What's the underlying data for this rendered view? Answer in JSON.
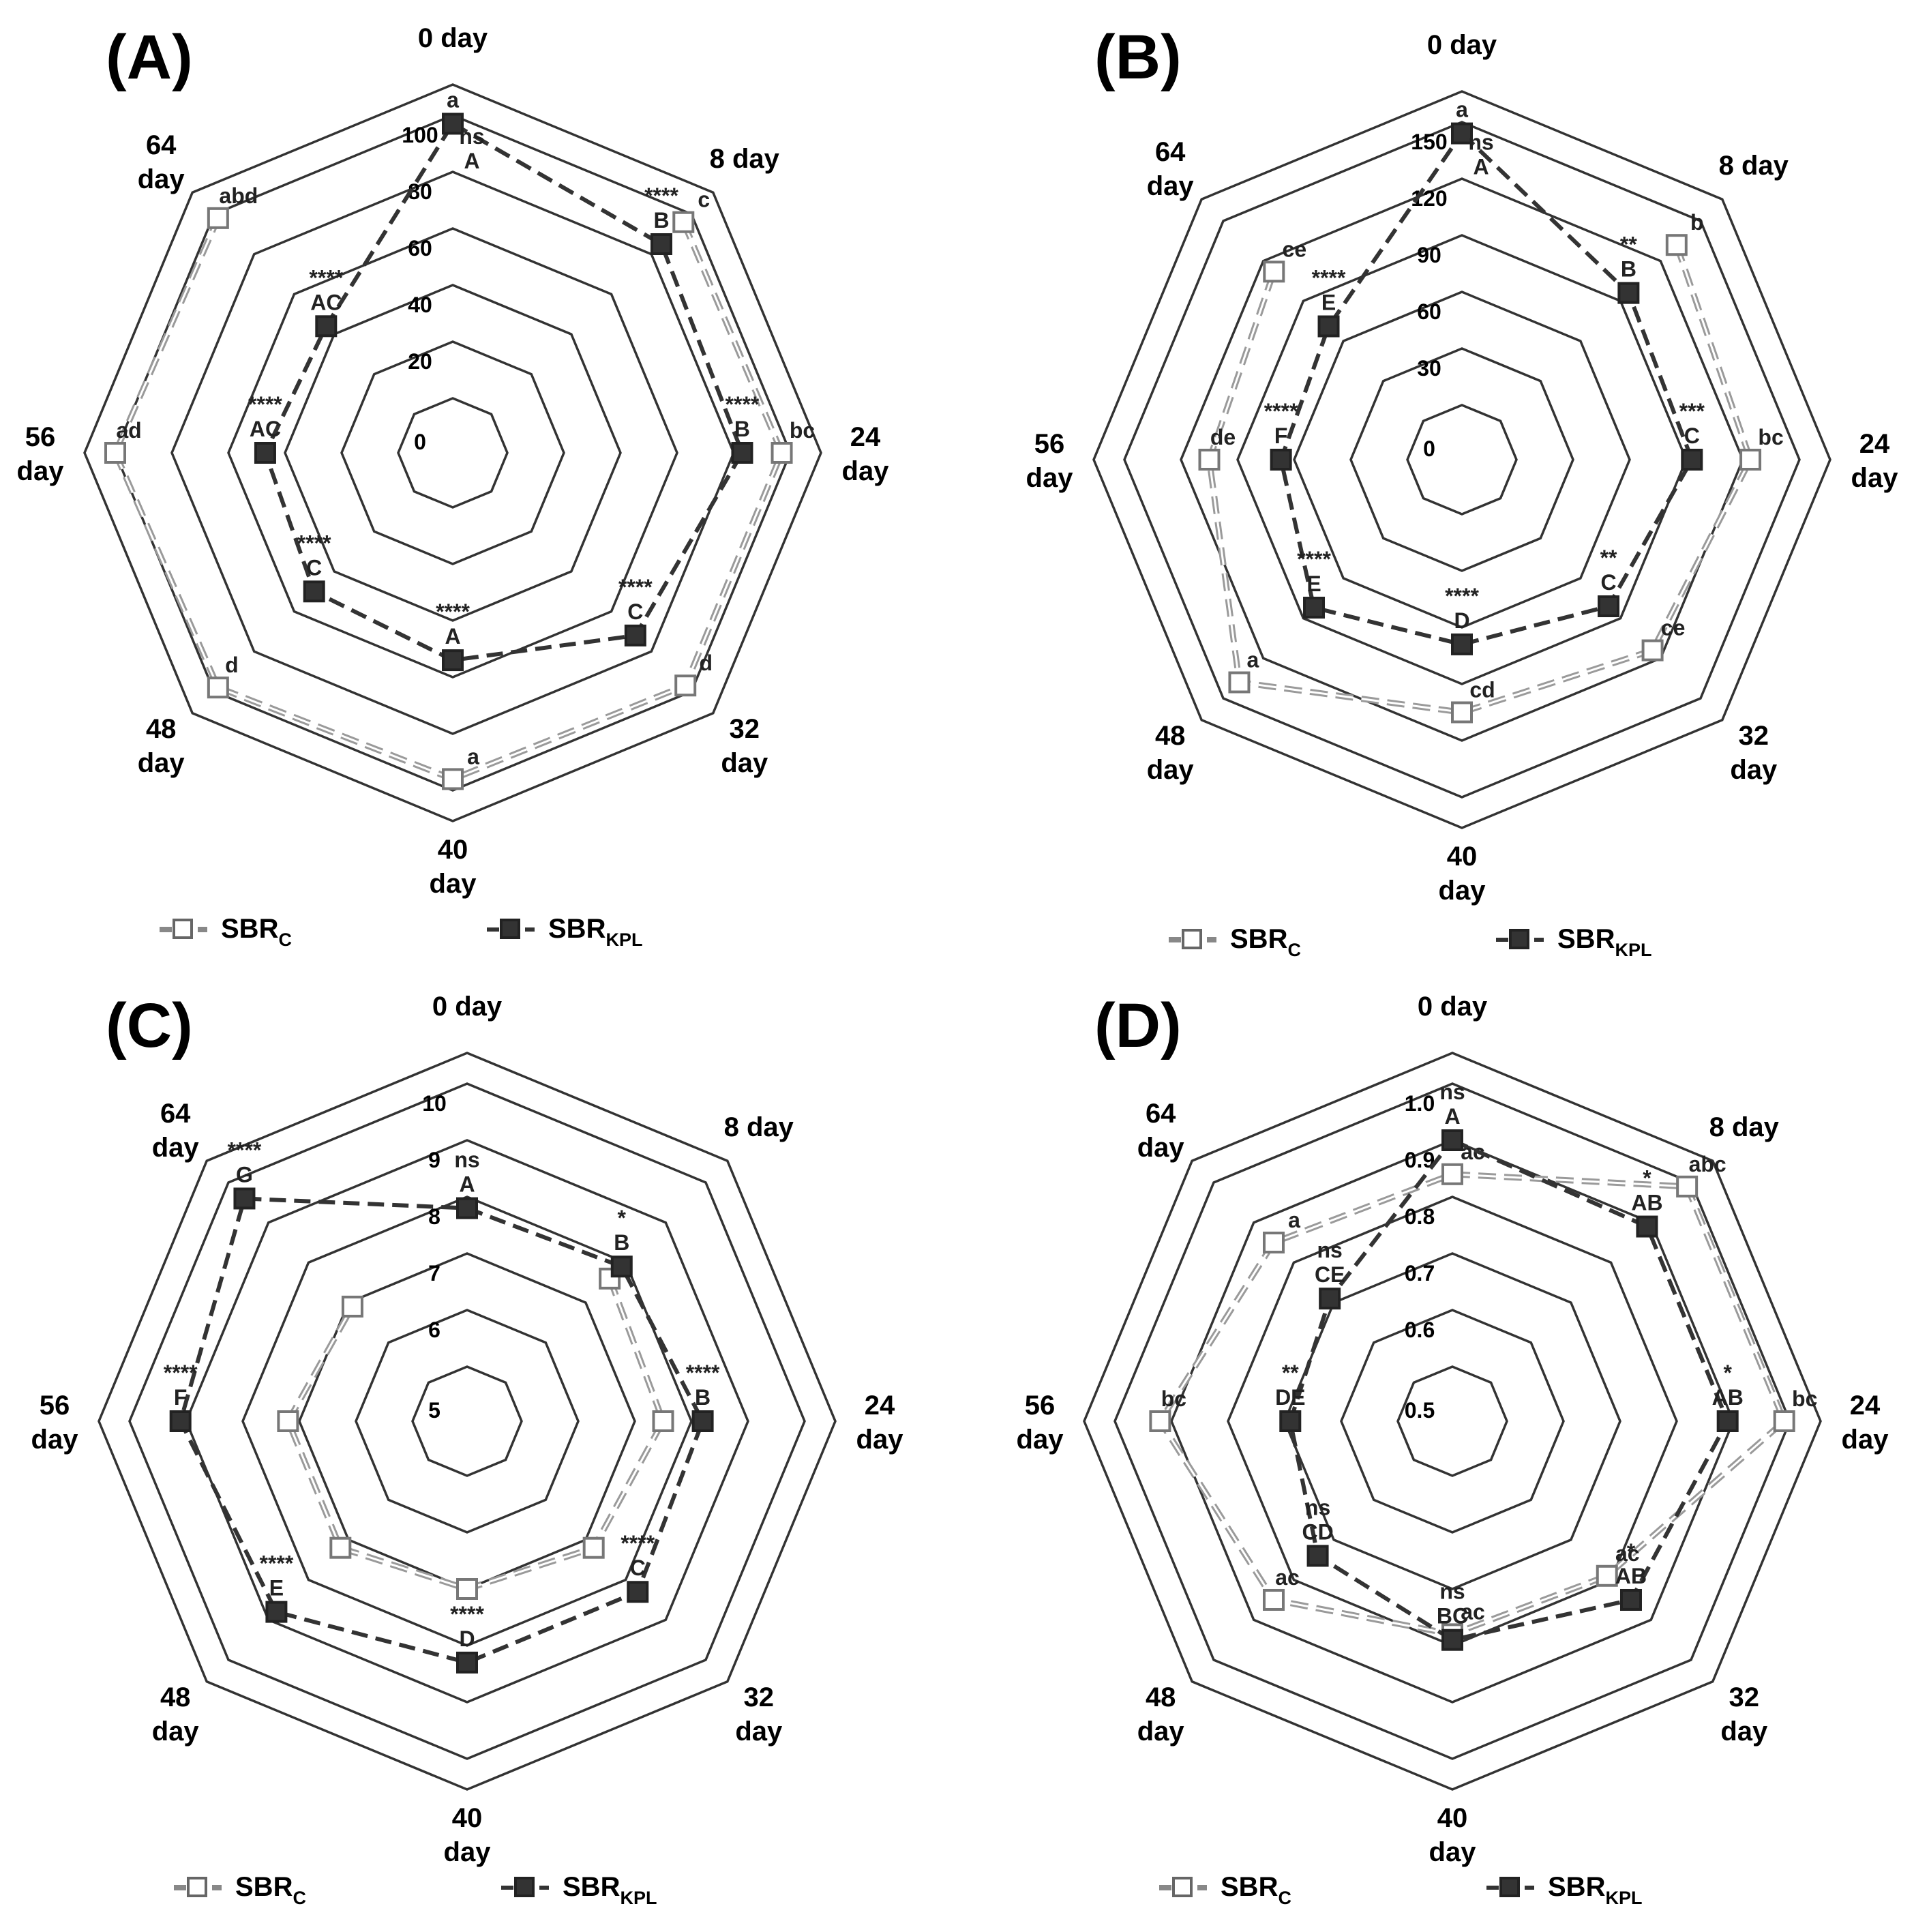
{
  "chart_data": [
    {
      "panel": "(A)",
      "type": "radar",
      "axes": [
        "0 day",
        "8 day",
        "24 day",
        "32 day",
        "40 day",
        "48 day",
        "56 day",
        "64 day"
      ],
      "rlim": [
        0,
        100
      ],
      "ticks": [
        "0",
        "20",
        "40",
        "60",
        "80",
        "100"
      ],
      "series": [
        {
          "name": "SBR",
          "subscript": "C",
          "marker": "open-square",
          "line": "double-dash",
          "values": [
            null,
            96,
            97,
            97,
            96,
            98,
            100,
            98
          ],
          "labels": [
            "",
            "c",
            "bc",
            "d",
            "a",
            "d",
            "ad",
            "abd"
          ]
        },
        {
          "name": "SBR",
          "subscript": "KPL",
          "marker": "filled-square",
          "line": "dash",
          "values": [
            97,
            85,
            83,
            72,
            54,
            50,
            47,
            44
          ],
          "labels": [
            "a",
            "****\nB",
            "****\nB",
            "****\nC",
            "****\nA",
            "****\nC",
            "****\nAC",
            "****\nAC"
          ]
        }
      ],
      "center_annotation": {
        "axis": 0,
        "value": 87,
        "text": "ns\nA"
      }
    },
    {
      "panel": "(B)",
      "type": "radar",
      "axes": [
        "0 day",
        "8 day",
        "24 day",
        "32 day",
        "40 day",
        "48 day",
        "56 day",
        "64 day"
      ],
      "rlim": [
        0,
        150
      ],
      "ticks": [
        "0",
        "30",
        "60",
        "90",
        "120",
        "150"
      ],
      "series": [
        {
          "name": "SBR",
          "subscript": "C",
          "marker": "open-square",
          "line": "double-dash",
          "values": [
            null,
            132,
            124,
            114,
            105,
            138,
            105,
            112
          ],
          "labels": [
            "",
            "b",
            "bc",
            "ce",
            "cd",
            "a",
            "de",
            "ce"
          ]
        },
        {
          "name": "SBR",
          "subscript": "KPL",
          "marker": "filled-square",
          "line": "dash",
          "values": [
            144,
            96,
            93,
            81,
            69,
            82,
            67,
            71
          ],
          "labels": [
            "a",
            "**\nB",
            "***\nC",
            "**\nC",
            "****\nD",
            "****\nE",
            "****\nF",
            "****\nE"
          ]
        }
      ],
      "center_annotation": {
        "axis": 0,
        "value": 131,
        "text": "ns\nA"
      }
    },
    {
      "panel": "(C)",
      "type": "radar",
      "axes": [
        "0 day",
        "8 day",
        "24 day",
        "32 day",
        "40 day",
        "48 day",
        "56 day",
        "64 day"
      ],
      "rlim": [
        5,
        10
      ],
      "ticks": [
        "5",
        "6",
        "7",
        "8",
        "9",
        "10"
      ],
      "series": [
        {
          "name": "SBR",
          "subscript": "C",
          "marker": "open-square",
          "line": "double-dash",
          "values": [
            null,
            7.6,
            7.5,
            7.2,
            7.0,
            7.2,
            7.2,
            6.9
          ],
          "labels": [
            "",
            "",
            "",
            "",
            "",
            "",
            "",
            ""
          ]
        },
        {
          "name": "SBR",
          "subscript": "KPL",
          "marker": "filled-square",
          "line": "dash",
          "values": [
            7.8,
            7.9,
            8.2,
            8.3,
            8.3,
            8.8,
            9.1,
            9.6
          ],
          "labels": [
            "ns\nA",
            "*\nB",
            "****\nB",
            "****\nC",
            "****\nD",
            "****\nE",
            "****\nF",
            "****\nG"
          ]
        }
      ]
    },
    {
      "panel": "(D)",
      "type": "radar",
      "axes": [
        "0 day",
        "8 day",
        "24 day",
        "32 day",
        "40 day",
        "48 day",
        "56 day",
        "64 day"
      ],
      "rlim": [
        0.5,
        1.0
      ],
      "ticks": [
        "0.5",
        "0.6",
        "0.7",
        "0.8",
        "0.9",
        "1.0"
      ],
      "series": [
        {
          "name": "SBR",
          "subscript": "C",
          "marker": "open-square",
          "line": "double-dash",
          "values": [
            0.84,
            0.99,
            0.99,
            0.79,
            0.78,
            0.85,
            0.92,
            0.85
          ],
          "labels": [
            "ac",
            "abc",
            "bc",
            "ac",
            "ac",
            "ac",
            "bc",
            "a"
          ]
        },
        {
          "name": "SBR",
          "subscript": "KPL",
          "marker": "filled-square",
          "line": "dash",
          "values": [
            0.9,
            0.89,
            0.89,
            0.85,
            0.79,
            0.74,
            0.69,
            0.71
          ],
          "labels": [
            "ns\nA",
            "*\nAB",
            "*\nAB",
            "*\nAB",
            "ns\nBC",
            "ns\nCD",
            "**\nDE",
            "ns\nCE"
          ]
        }
      ]
    }
  ]
}
